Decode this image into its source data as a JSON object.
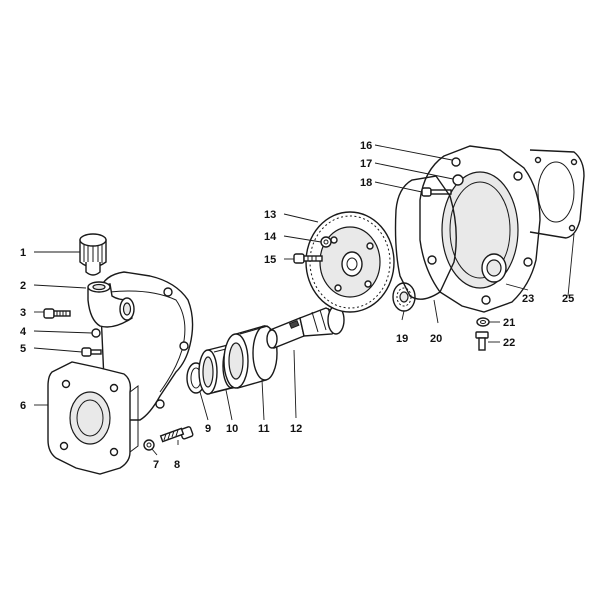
{
  "callouts": [
    "1",
    "2",
    "3",
    "4",
    "5",
    "6",
    "7",
    "8",
    "9",
    "10",
    "11",
    "12",
    "13",
    "14",
    "15",
    "16",
    "17",
    "18",
    "19",
    "20",
    "21",
    "22",
    "23",
    "25"
  ],
  "colors": {
    "line": "#1a1a1a",
    "background": "#ffffff",
    "shade": "#e9e9e9"
  }
}
